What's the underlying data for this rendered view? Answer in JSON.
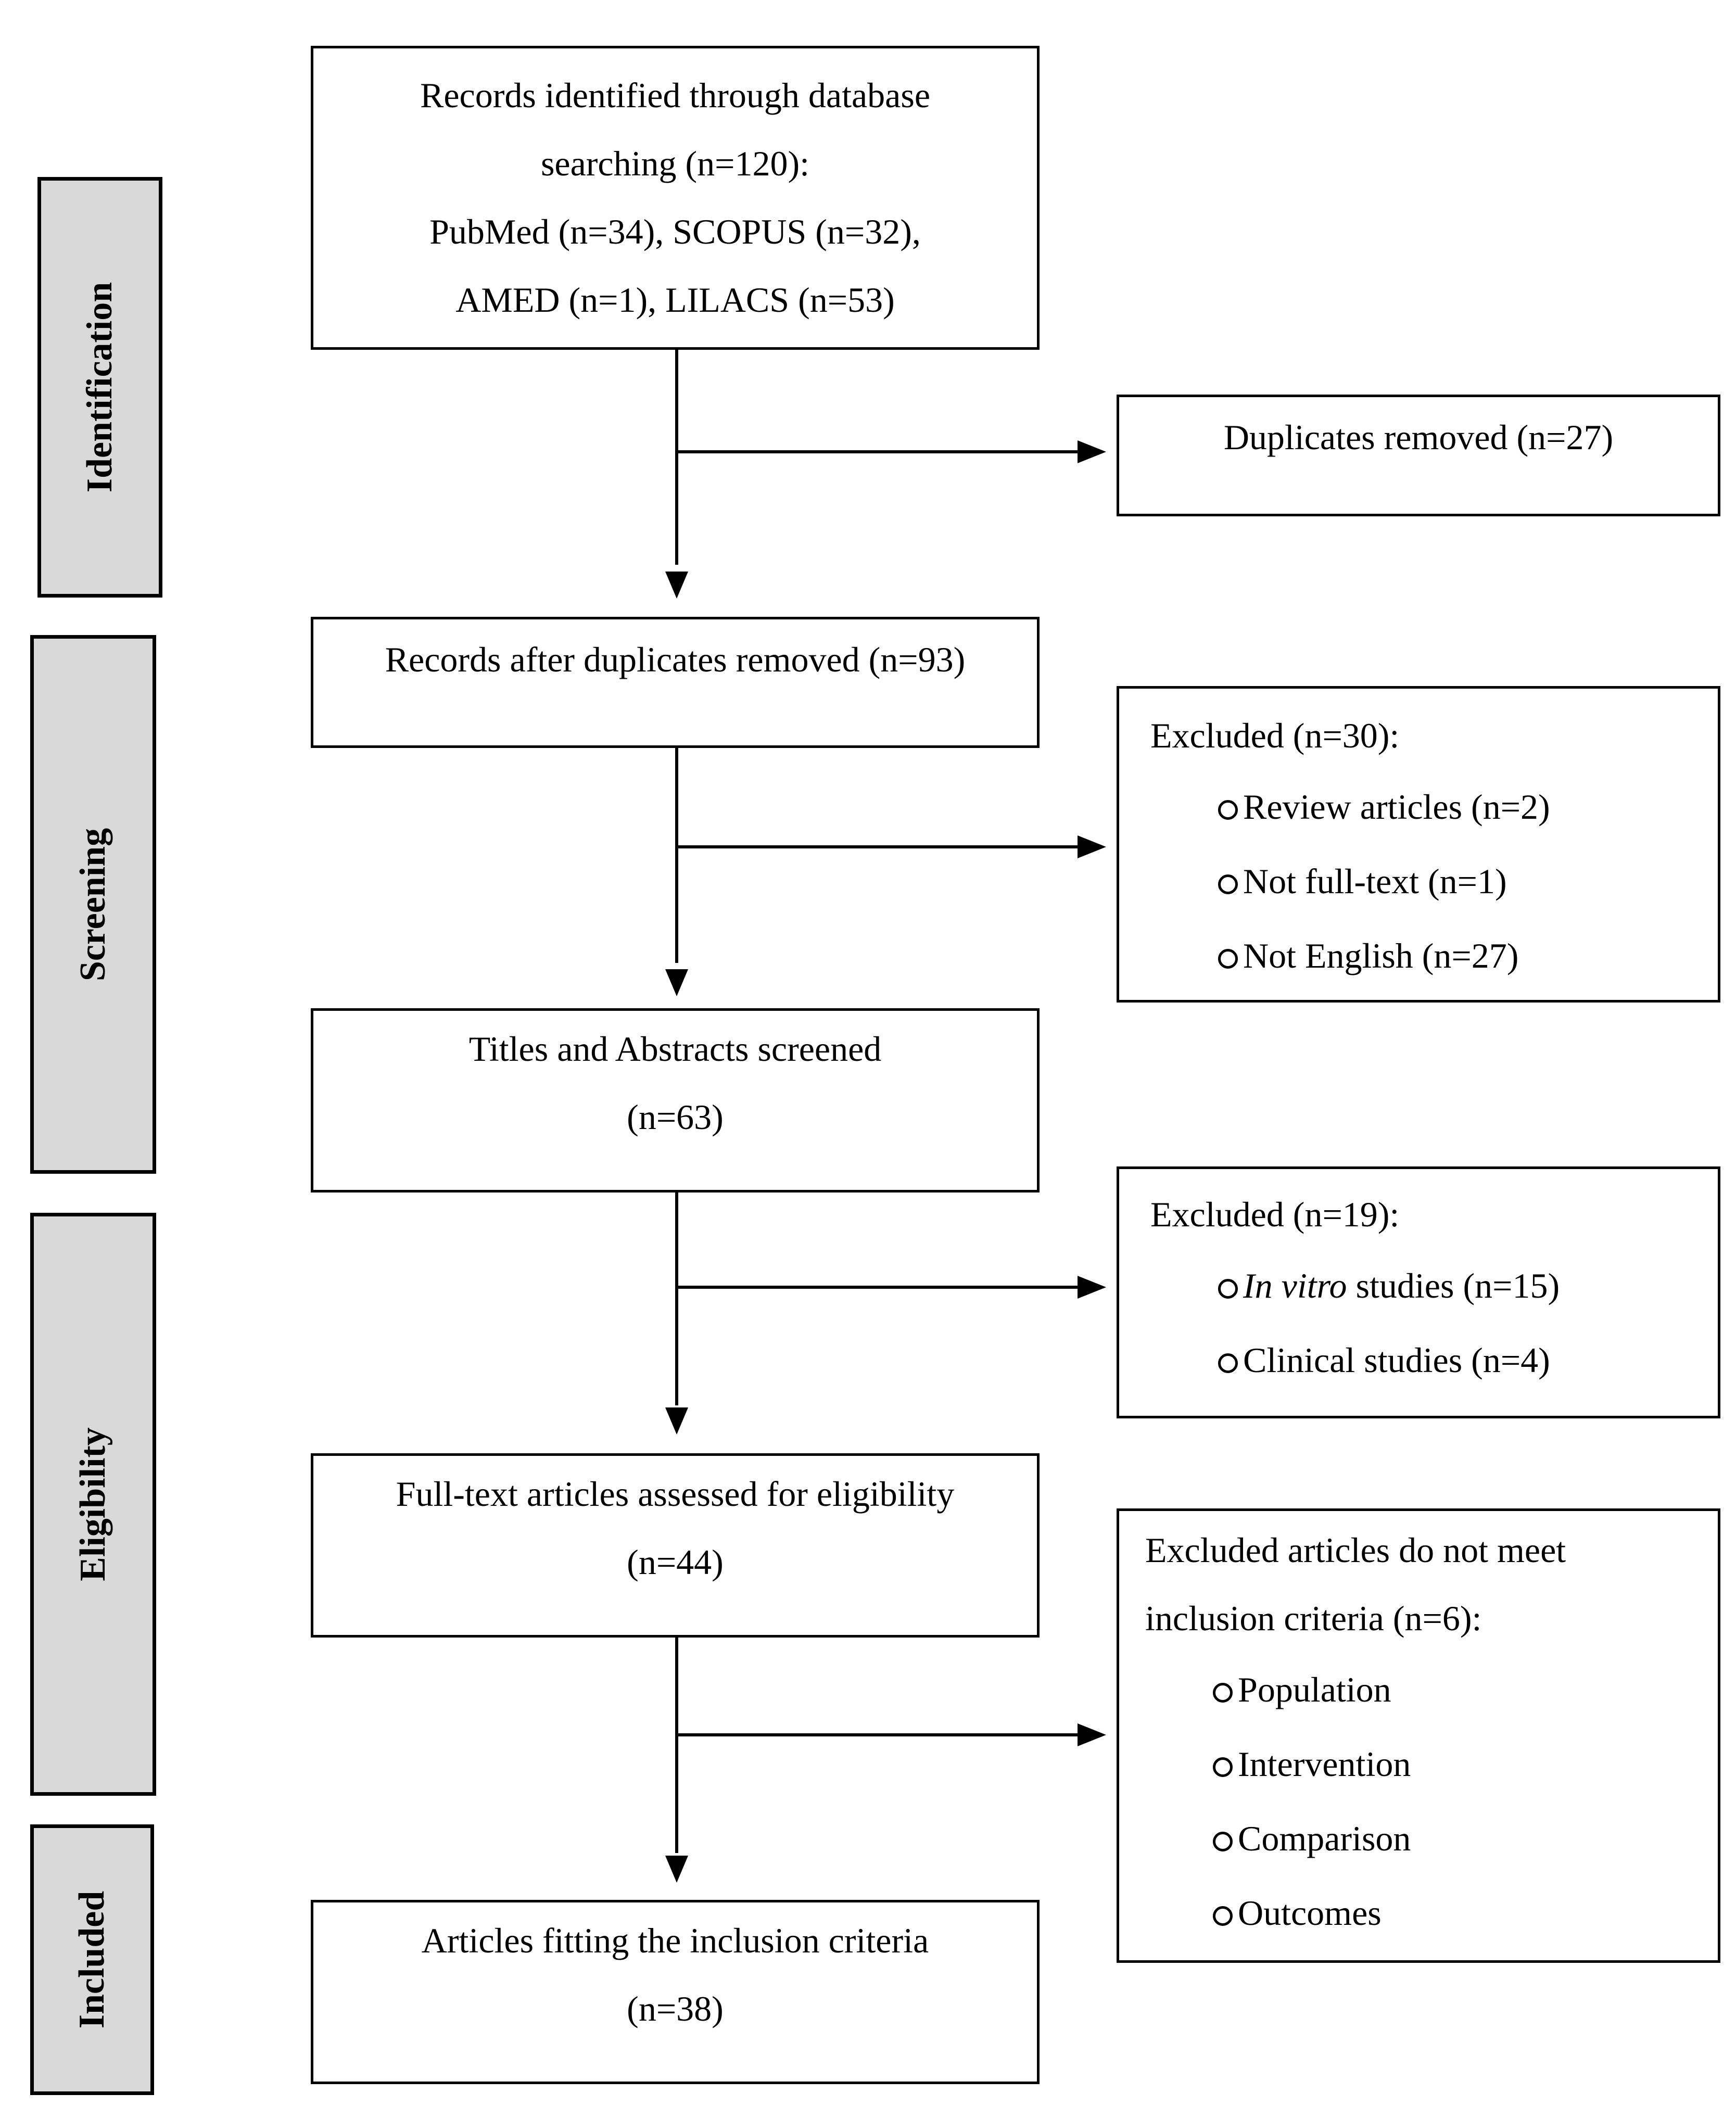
{
  "stages": {
    "identification": "Identification",
    "screening": "Screening",
    "eligibility": "Eligibility",
    "included": "Included"
  },
  "identified": {
    "line1": "Records identified through database",
    "line2": "searching (n=120):",
    "line3": "PubMed (n=34), SCOPUS (n=32),",
    "line4": "AMED (n=1), LILACS (n=53)"
  },
  "duplicates": {
    "text": "Duplicates removed (n=27)"
  },
  "after_duplicates": {
    "text": "Records after duplicates removed (n=93)"
  },
  "excluded_screening": {
    "title": "Excluded (n=30):",
    "items": [
      "Review articles (n=2)",
      "Not full-text (n=1)",
      "Not English (n=27)"
    ]
  },
  "titles_abstracts": {
    "line1": "Titles and Abstracts screened",
    "line2": "(n=63)"
  },
  "excluded_titles": {
    "title": "Excluded (n=19):",
    "item1_italic": "In vitro",
    "item1_rest": " studies (n=15)",
    "item2": "Clinical studies (n=4)"
  },
  "full_text": {
    "line1": "Full-text articles assessed for eligibility",
    "line2": "(n=44)"
  },
  "excluded_criteria": {
    "line1": "Excluded articles do not meet",
    "line2": "inclusion criteria (n=6):",
    "items": [
      "Population",
      "Intervention",
      "Comparison",
      "Outcomes"
    ]
  },
  "included_articles": {
    "line1": "Articles fitting the inclusion criteria",
    "line2": "(n=38)"
  }
}
